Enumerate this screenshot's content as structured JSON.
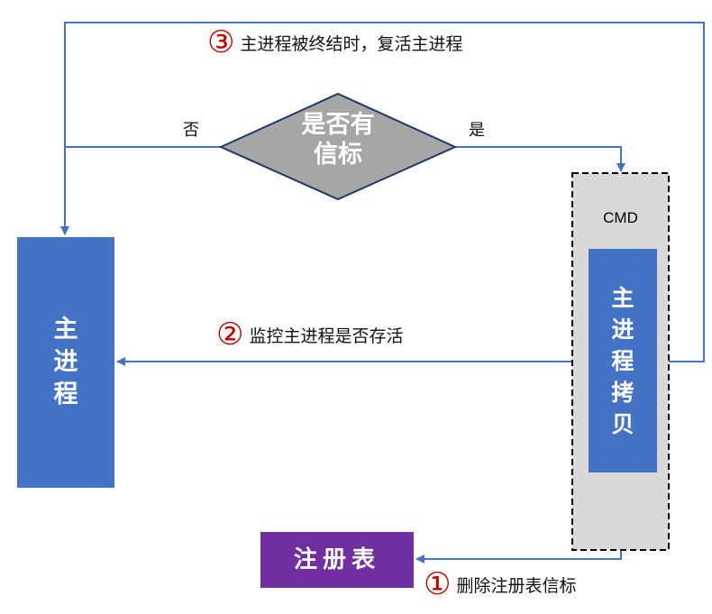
{
  "colors": {
    "line": "#4472c4",
    "main_box": "#4472c4",
    "registry_box": "#7030a0",
    "diamond_fill": "#a6a6a6",
    "diamond_stroke": "#1f3864",
    "cmd_fill": "#d9d9d9",
    "step_number": "#c00000"
  },
  "nodes": {
    "main_process": {
      "label_chars": [
        "主",
        "进",
        "程"
      ]
    },
    "decision": {
      "line1": "是否有",
      "line2": "信标"
    },
    "cmd": {
      "title": "CMD",
      "copy_label_chars": [
        "主",
        "进",
        "程",
        "拷",
        "贝"
      ]
    },
    "registry": {
      "label": "注册表"
    }
  },
  "edges": {
    "no_label": "否",
    "yes_label": "是"
  },
  "steps": [
    {
      "number": "①",
      "text": "删除注册表信标"
    },
    {
      "number": "②",
      "text": "监控主进程是否存活"
    },
    {
      "number": "③",
      "text": "主进程被终结时，复活主进程"
    }
  ]
}
